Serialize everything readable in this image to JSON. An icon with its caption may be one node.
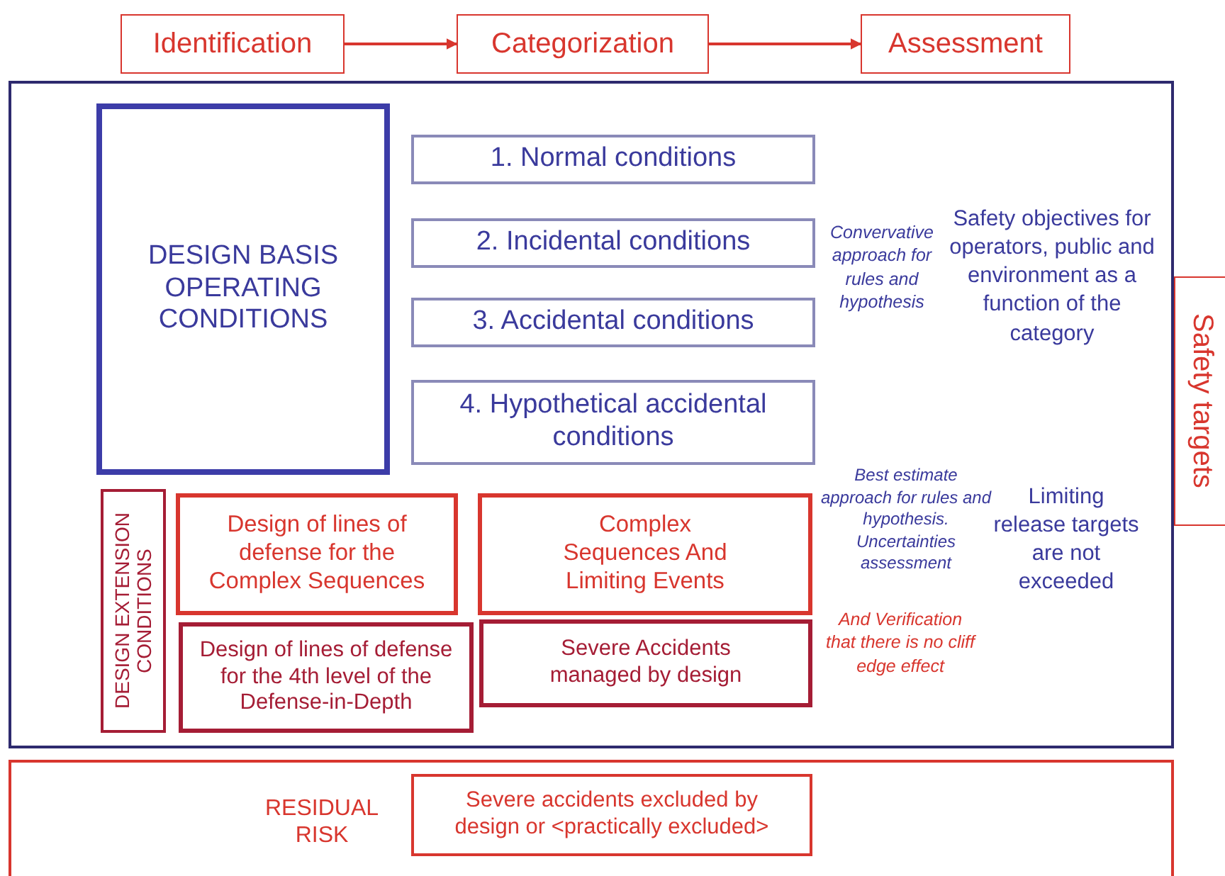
{
  "diagram": {
    "nodes": [
      {
        "text": [
          "Identification"
        ]
      },
      {
        "text": [
          "Categorization"
        ]
      },
      {
        "text": [
          "Assessment"
        ]
      },
      {
        "text": [],
        "shape": "box"
      },
      {
        "text": [
          "DESIGN BASIS OPERATING CONDITIONS"
        ],
        "in": 3
      },
      {
        "text": [
          "1. Normal conditions"
        ],
        "in": 3
      },
      {
        "text": [
          "2. Incidental conditions"
        ],
        "in": 3
      },
      {
        "text": [
          "3. Accidental conditions"
        ],
        "in": 3
      },
      {
        "text": [
          "4. Hypothetical accidental conditions"
        ],
        "in": 3
      },
      {
        "text": [
          "DESIGN EXTENSION CONDITIONS"
        ],
        "in": 3
      },
      {
        "text": [
          "Design of lines of defense for the Complex Sequences"
        ],
        "in": 3
      },
      {
        "text": [
          "Complex Sequences And Limiting Events"
        ],
        "in": 3
      },
      {
        "text": [
          "Design of lines of defense for the 4th level of the Defense-in-Depth"
        ],
        "in": 3
      },
      {
        "text": [
          "Severe Accidents managed by design"
        ],
        "in": 3
      },
      {
        "text": [
          "Safety targets"
        ]
      },
      {
        "text": [
          "RESIDUAL RISK"
        ]
      },
      {
        "text": [
          "Severe accidents excluded by design or <practically excluded>"
        ],
        "in": 15
      }
    ],
    "edges": [
      {
        "from": 0,
        "to": 1,
        "arrow": "to"
      },
      {
        "from": 1,
        "to": 2,
        "arrow": "to"
      }
    ],
    "labels": [
      "Convervative approach for rules and hypothesis",
      "Safety objectives for operators, public and environment as a function of the category",
      "Best estimate approach for rules and hypothesis. Uncertainties assessment",
      "Limiting release targets are not exceeded",
      "And Verification that there is no cliff edge effect"
    ]
  }
}
